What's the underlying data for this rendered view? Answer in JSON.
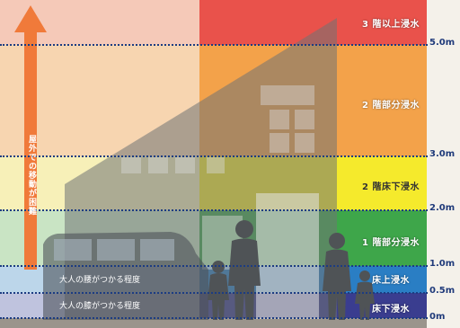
{
  "levels": {
    "5m": "5.0m",
    "3m": "3.0m",
    "2m": "2.0m",
    "1m": "1.0m",
    "05m": "0.5m",
    "0m": "0m"
  },
  "zones": {
    "floor3_above": "3 階以上浸水",
    "floor2_partial": "2 階部分浸水",
    "floor2_underfloor": "2 階床下浸水",
    "floor1_partial": "1 階部分浸水",
    "aboveFloor": "床上浸水",
    "underFloor": "床下浸水"
  },
  "body_notes": {
    "waist": "大人の腰がつかる程度",
    "knee": "大人の膝がつかる程度"
  },
  "arrow_text": "屋外での移動が困難",
  "colors": {
    "floor3_above": "#e9524b",
    "floor2_partial": "#f3a24a",
    "floor2_underfloor": "#f5ea2c",
    "floor1_partial": "#3ea64a",
    "aboveFloor": "#2a7ec4",
    "underFloor": "#3a3d8f",
    "arrow": "#f07a3a",
    "dotline": "#1c3c82"
  }
}
